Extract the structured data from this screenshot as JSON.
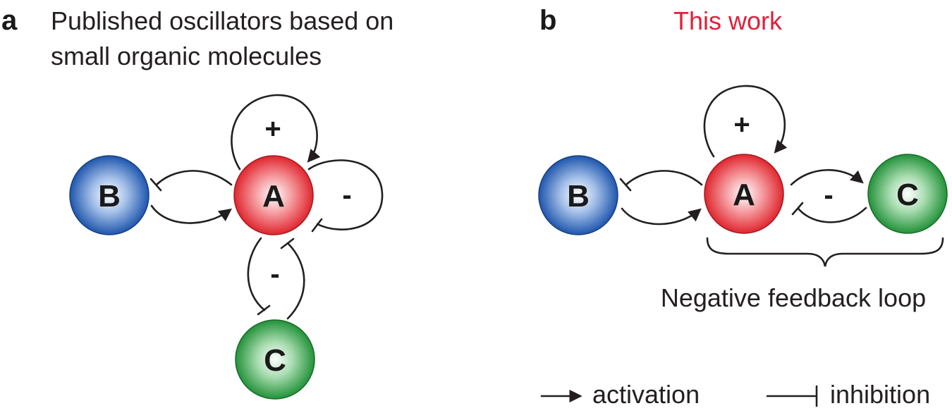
{
  "panel_a": {
    "letter": "a",
    "title_line1": "Published oscillators based on",
    "title_line2": "small organic molecules",
    "node_a": "A",
    "node_b": "B",
    "node_c": "C",
    "self_sign": "+",
    "a_c_sign": "-",
    "c_a_sign": "-"
  },
  "panel_b": {
    "letter": "b",
    "title": "This work",
    "title_color": "#e0203a",
    "node_a": "A",
    "node_b": "B",
    "node_c": "C",
    "self_sign": "+",
    "ac_sign": "-",
    "brace_label": "Negative feedback loop"
  },
  "legend": {
    "activation": "activation",
    "inhibition": "inhibition"
  },
  "colors": {
    "node_a": "#e8343c",
    "node_b": "#2a63b8",
    "node_c": "#2e9e44"
  }
}
